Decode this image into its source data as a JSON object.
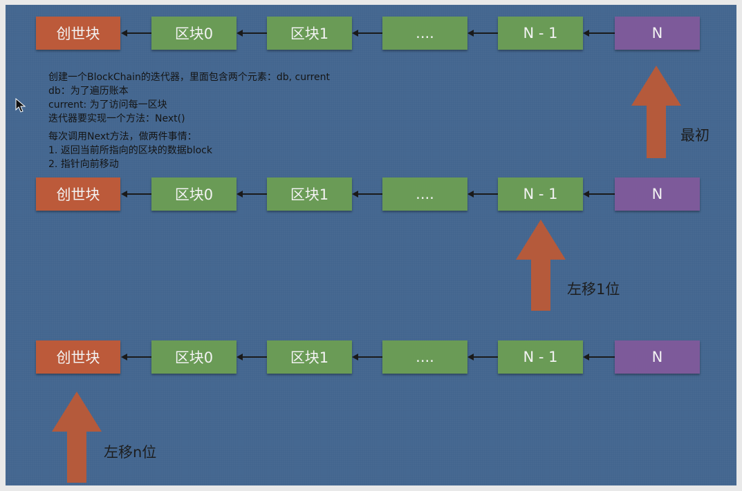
{
  "rows": [
    {
      "blocks": [
        "创世块",
        "区块0",
        "区块1",
        "....",
        "N - 1",
        "N"
      ]
    },
    {
      "blocks": [
        "创世块",
        "区块0",
        "区块1",
        "....",
        "N - 1",
        "N"
      ]
    },
    {
      "blocks": [
        "创世块",
        "区块0",
        "区块1",
        "....",
        "N - 1",
        "N"
      ]
    }
  ],
  "notes": [
    "创建一个BlockChain的迭代器，里面包含两个元素：db, current",
    "db：为了遍历账本",
    "current: 为了访问每一区块",
    "迭代器要实现一个方法：Next()",
    "每次调用Next方法，做两件事情：",
    "1. 返回当前所指向的区块的数据block",
    "2. 指针向前移动"
  ],
  "arrow_labels": [
    "最初",
    "左移1位",
    "左移n位"
  ],
  "colors": {
    "background": "#43668f",
    "genesis": "#bc5a3a",
    "block": "#6a9b56",
    "tip": "#7d5a9a",
    "pointer_arrow": "#b55a3b"
  }
}
